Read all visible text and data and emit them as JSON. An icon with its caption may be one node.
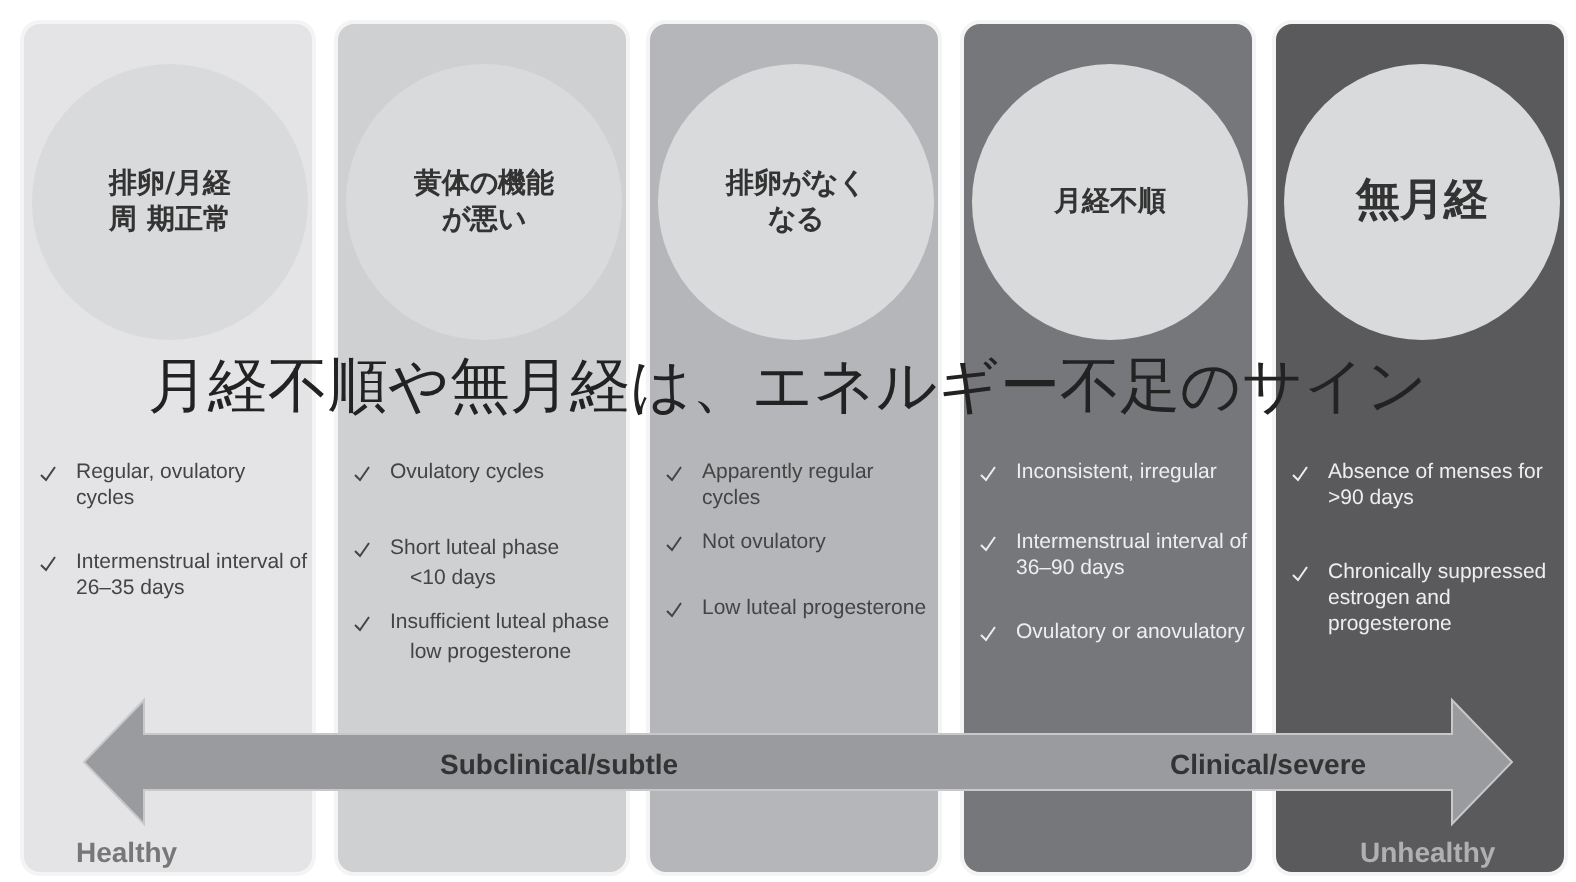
{
  "diagram": {
    "title": "月経不順や無月経は、エネルギー不足のサイン",
    "nodes": [
      {
        "text": [
          "Regular, ovulatory cycles",
          "Intermenstrual interval of 26–35 days"
        ]
      },
      {
        "text": [
          "排卵/月経周 期正常"
        ],
        "in": 0
      },
      {
        "text": [
          "Ovulatory cycles",
          "Short luteal phase",
          "<10 days",
          "Insufficient luteal phase",
          "low progesterone"
        ]
      },
      {
        "text": [
          "黄体の機能が悪い"
        ],
        "in": 2
      },
      {
        "text": [
          "Apparently regular cycles",
          "Not ovulatory",
          "Low luteal progesterone"
        ]
      },
      {
        "text": [
          "排卵がなくなる"
        ],
        "in": 4
      },
      {
        "text": [
          "Inconsistent, irregular",
          "Intermenstrual interval of 36–90 days",
          "Ovulatory or anovulatory"
        ]
      },
      {
        "text": [
          "月経不順"
        ],
        "in": 6
      },
      {
        "text": [
          "Absence of menses for >90 days",
          "Chronically suppressed estrogen and progesterone"
        ]
      },
      {
        "text": [
          "無月経"
        ],
        "in": 8
      }
    ],
    "labels": [
      "Subclinical/subtle",
      "Clinical/severe",
      "Healthy",
      "Unhealthy"
    ]
  }
}
